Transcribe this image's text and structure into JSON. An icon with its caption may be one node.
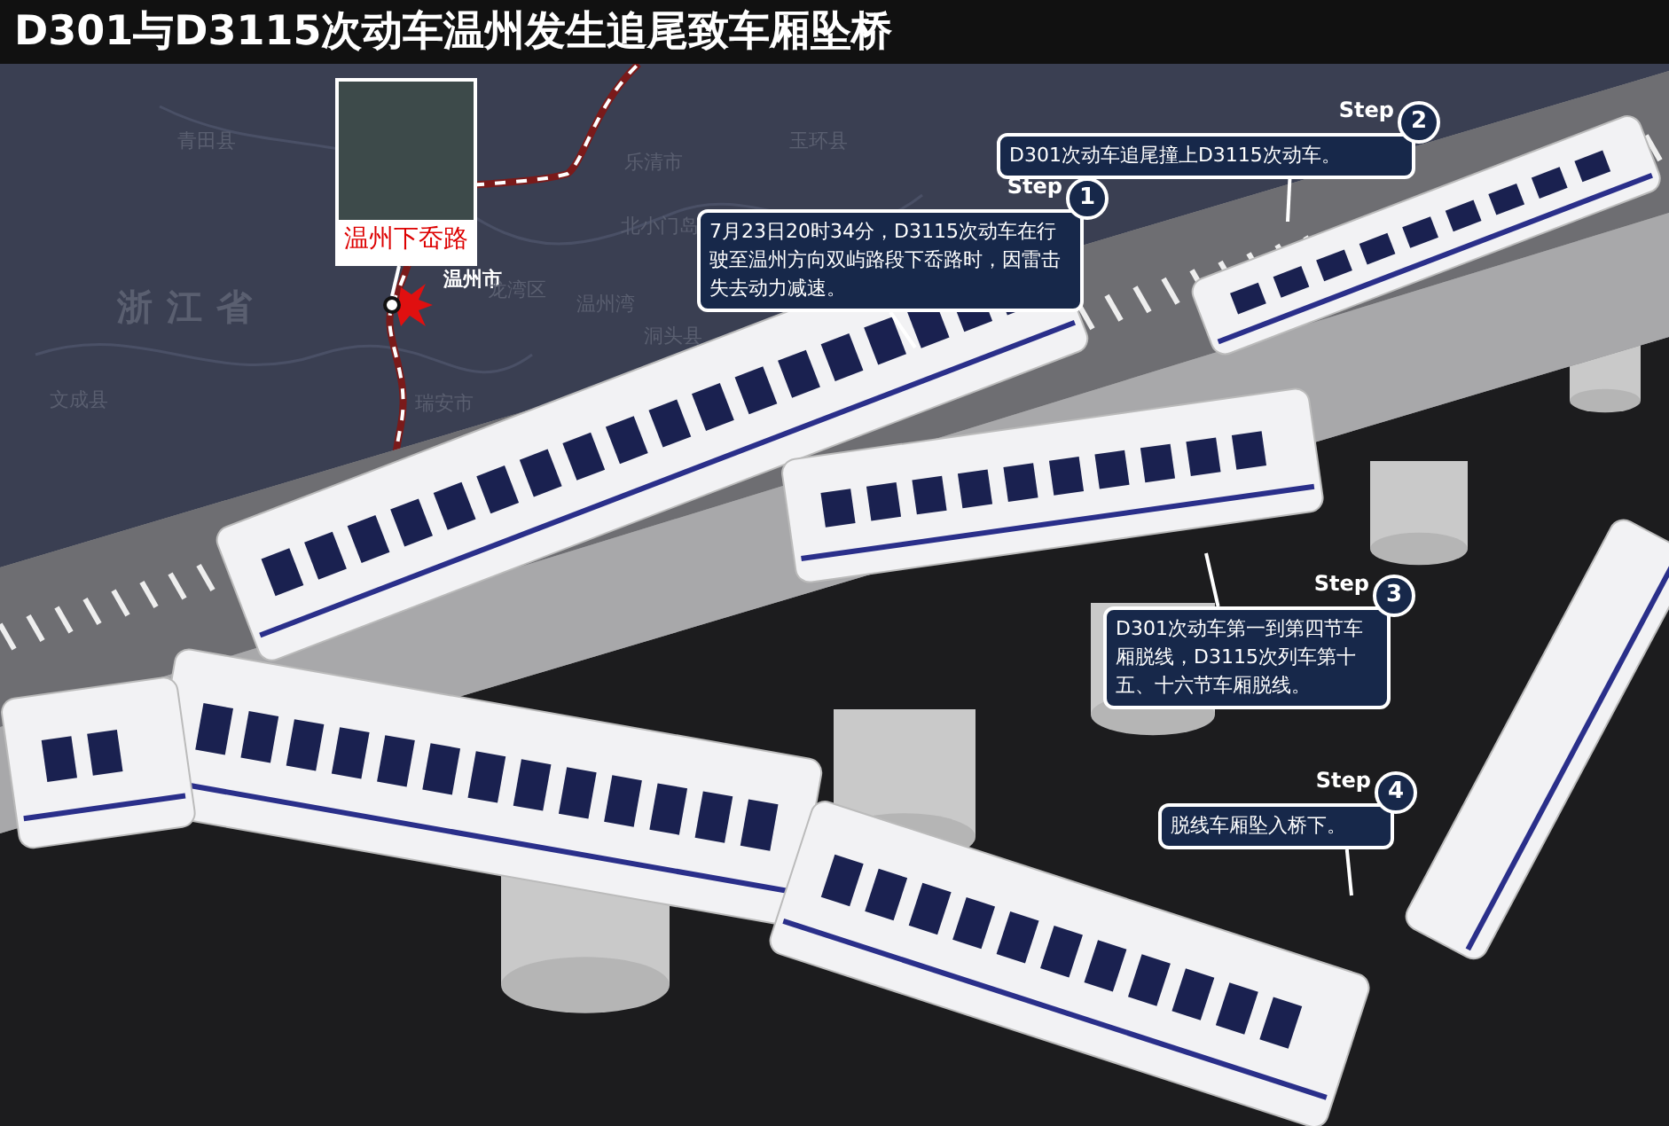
{
  "diagram": {
    "title": "D301与D3115次动车温州发生追尾致车厢坠桥",
    "nodes": [
      {
        "text": [
          "温州下岙路"
        ]
      },
      {
        "text": [],
        "shape": "circle"
      },
      {
        "text": [
          "Step",
          "1",
          "7月23日20时34分，D3115次动车在行驶至温州方向双屿路段下岙路时，因雷击失去动力减速。"
        ]
      },
      {
        "text": [
          "Step",
          "2",
          "D301次动车追尾撞上D3115次动车。"
        ]
      },
      {
        "text": [
          "Step",
          "3",
          "D301次动车第一到第四节车厢脱线，D3115次列车第十五、十六节车厢脱线。"
        ]
      },
      {
        "text": [
          "Step",
          "4",
          "脱线车厢坠入桥下。"
        ]
      }
    ],
    "edges": [
      {
        "from": 0,
        "to": 1,
        "arrow": "none"
      },
      {
        "from": 2,
        "to": null,
        "arrow": "none"
      },
      {
        "from": 3,
        "to": null,
        "arrow": "none"
      },
      {
        "from": 4,
        "to": null,
        "arrow": "none"
      },
      {
        "from": 5,
        "to": null,
        "arrow": "none"
      }
    ],
    "labels": [
      "青田县",
      "乐清市",
      "玉环县",
      "浙江省",
      "北小门岛",
      "温州市",
      "龙湾区",
      "温州湾",
      "洞头县",
      "文成县",
      "瑞安市"
    ]
  }
}
